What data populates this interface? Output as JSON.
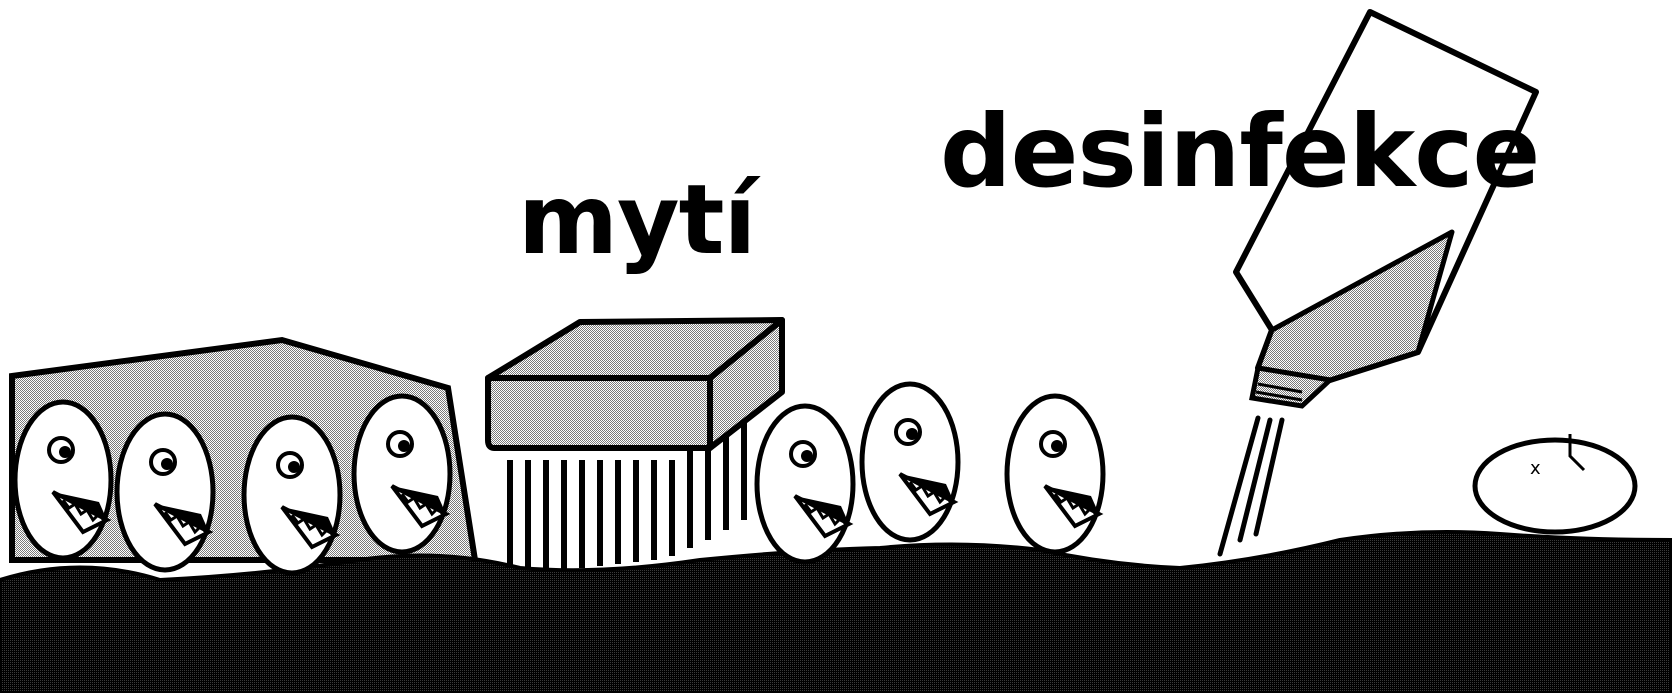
{
  "labels": {
    "washing": "mytí",
    "disinfection": "desinfekce"
  },
  "colors": {
    "ink": "#000000",
    "paper": "#ffffff",
    "dither_gray": "#a8a8a8",
    "ground": "#1e1e1e"
  },
  "icons": {
    "germ_group": "germ-characters",
    "brush": "scrub-brush",
    "bottle": "disinfectant-bottle",
    "dead_germ": "dead-germ"
  }
}
